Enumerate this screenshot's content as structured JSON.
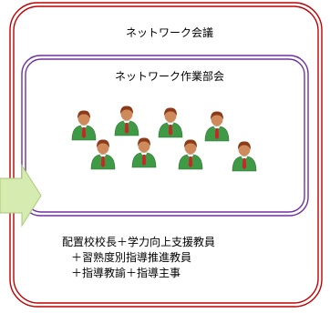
{
  "outer_group": {
    "title": "ネットワーク会議",
    "border_color": "#c00000"
  },
  "inner_group": {
    "title": "ネットワーク作業部会",
    "border_color": "#7030a0"
  },
  "people": {
    "icon": "person-icon",
    "count": 8,
    "skin_color": "#cf8a5c",
    "hair_color": "#8b3a1a",
    "suit_color": "#3f9a45",
    "tie_color": "#c62828"
  },
  "arrow": {
    "icon": "arrow-right-icon",
    "fill_color": "#d6ebb0"
  },
  "members": {
    "line1": "配置校校長＋学力向上支援教員",
    "line2": "＋習熟度別指導推進教員",
    "line3": "＋指導教諭＋指導主事"
  }
}
